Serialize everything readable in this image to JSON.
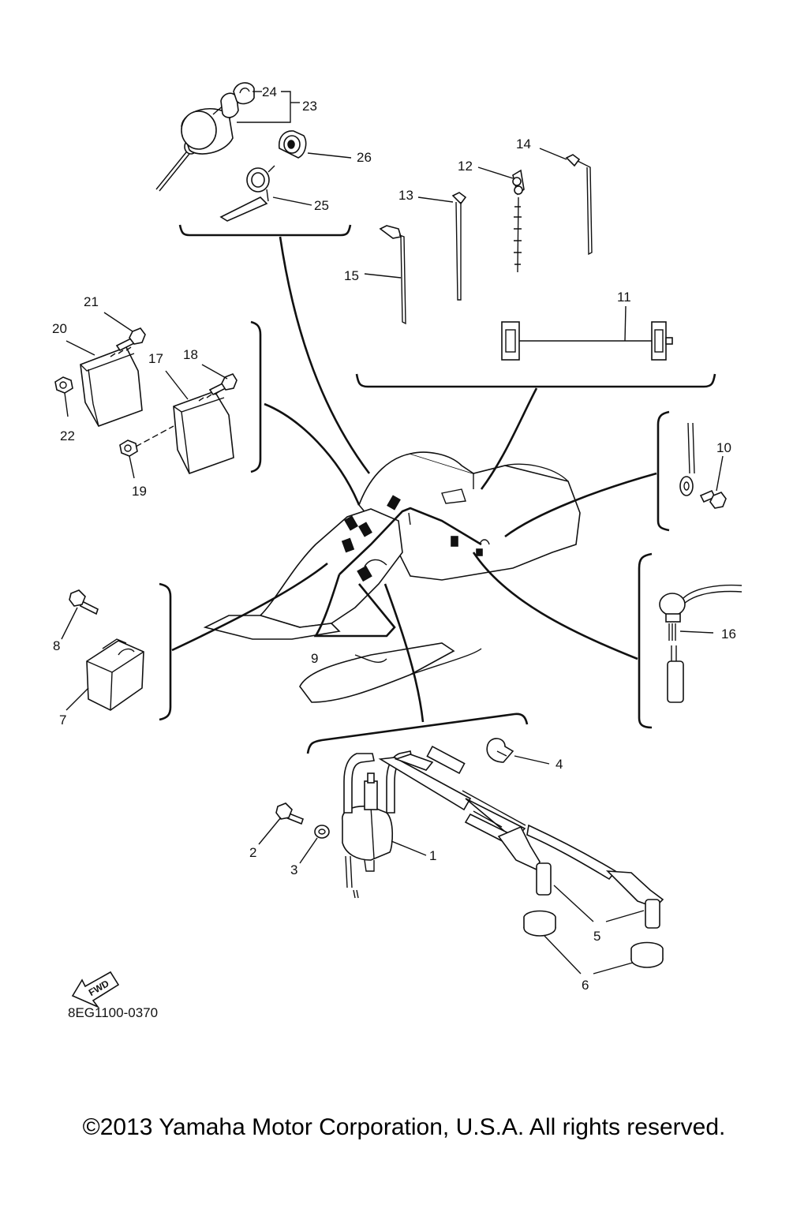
{
  "diagram": {
    "drawing_code": "8EG1100-0370",
    "fwd_label": "FWD",
    "callouts": [
      "1",
      "2",
      "3",
      "4",
      "5",
      "6",
      "7",
      "8",
      "9",
      "10",
      "11",
      "12",
      "13",
      "14",
      "15",
      "16",
      "17",
      "18",
      "19",
      "20",
      "21",
      "22",
      "23",
      "24",
      "25",
      "26"
    ]
  },
  "copyright": "©2013 Yamaha Motor Corporation, U.S.A. All rights reserved.",
  "colors": {
    "ink": "#111111",
    "background": "#ffffff"
  }
}
